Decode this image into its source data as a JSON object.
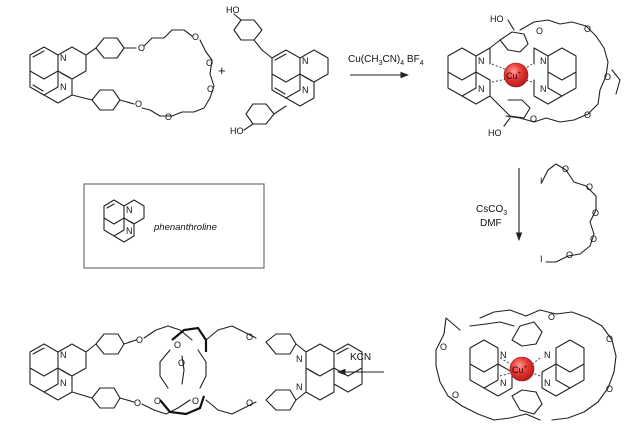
{
  "reagents": {
    "step1": {
      "main": "Cu(CH",
      "s1": "3",
      "m2": "CN)",
      "s2": "4",
      "m3": " BF",
      "s3": "4"
    },
    "step2_line1": {
      "main": "CsCO",
      "sub": "3"
    },
    "step2_line2": "DMF",
    "step3": "KCN"
  },
  "plus_sign": "+",
  "legend": {
    "label": "phenanthroline"
  },
  "atom_labels": {
    "oxygen": "O",
    "nitrogen": "N",
    "hydroxyl": "HO",
    "iodine": "I",
    "copper": "Cu",
    "copper_charge": "+"
  },
  "colors": {
    "copper_ion": "#e8322f",
    "lines": "#222222"
  }
}
